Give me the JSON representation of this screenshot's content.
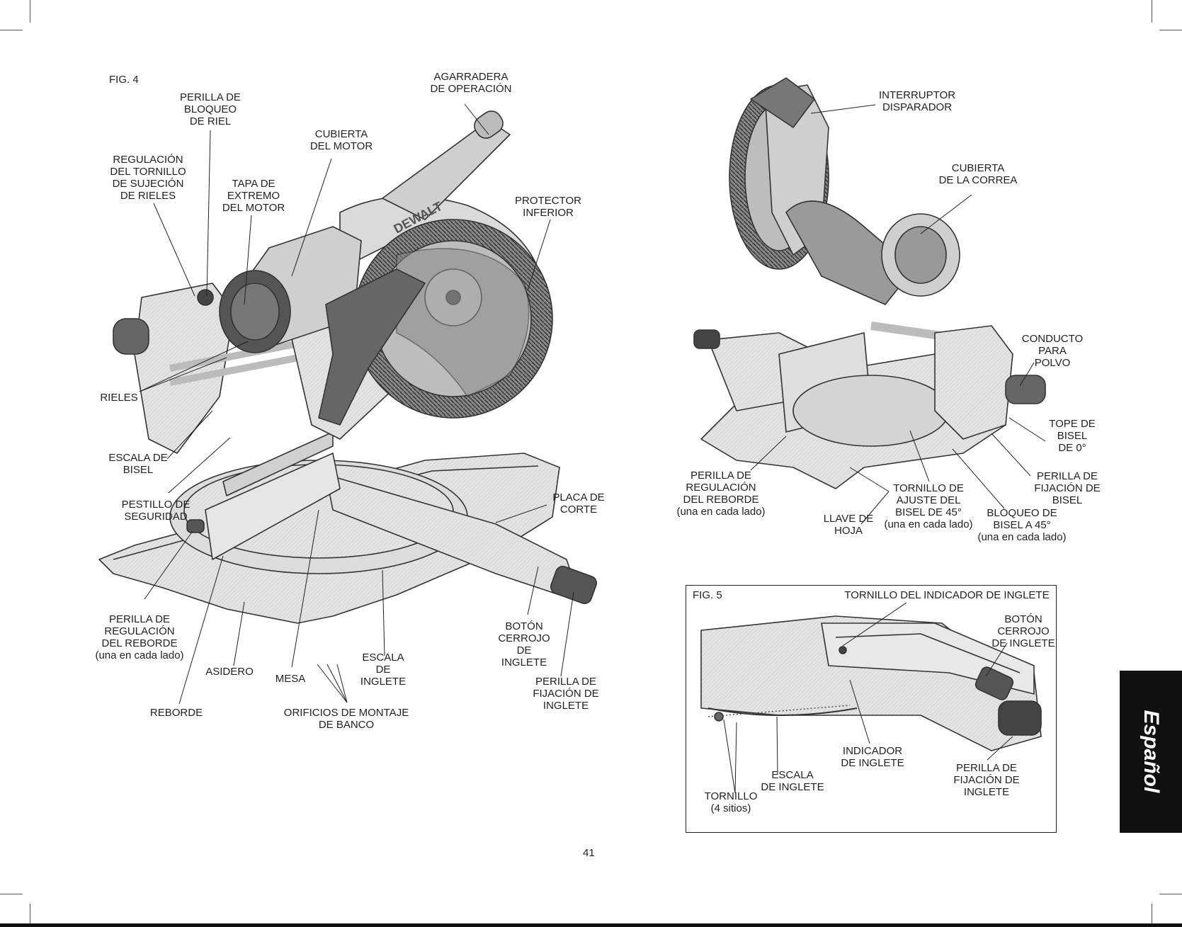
{
  "fig4": {
    "title": "FIG. 4",
    "labels": {
      "rail_lock_knob": [
        "PERILLA DE",
        "BLOQUEO",
        "DE RIEL"
      ],
      "operating_handle": [
        "AGARRADERA",
        "DE OPERACIÓN"
      ],
      "motor_cover": [
        "CUBIERTA",
        "DEL MOTOR"
      ],
      "rail_screw": [
        "REGULACIÓN",
        "DEL TORNILLO",
        "DE SUJECIÓN",
        "DE RIELES"
      ],
      "motor_end_cap": [
        "TAPA DE",
        "EXTREMO",
        "DEL MOTOR"
      ],
      "lower_guard": [
        "PROTECTOR",
        "INFERIOR"
      ],
      "rails": [
        "RIELES"
      ],
      "bevel_scale": [
        "ESCALA DE",
        "BISEL"
      ],
      "lock_pin": [
        "PESTILLO DE",
        "SEGURIDAD"
      ],
      "kerf_plate": [
        "PLACA DE",
        "CORTE"
      ],
      "fence_knob": [
        "PERILLA DE",
        "REGULACIÓN",
        "DEL REBORDE",
        "(una en cada lado)"
      ],
      "detent_button": [
        "BOTÓN",
        "CERROJO",
        "DE",
        "INGLETE"
      ],
      "hand_hold": [
        "ASIDERO"
      ],
      "table": [
        "MESA"
      ],
      "miter_scale": [
        "ESCALA",
        "DE",
        "INGLETE"
      ],
      "miter_lock_knob": [
        "PERILLA DE",
        "FIJACIÓN DE",
        "INGLETE"
      ],
      "fence": [
        "REBORDE"
      ],
      "mount_holes": [
        "ORIFICIOS DE MONTAJE",
        "DE BANCO"
      ]
    }
  },
  "fig4b": {
    "labels": {
      "trigger": [
        "INTERRUPTOR",
        "DISPARADOR"
      ],
      "belt_cover": [
        "CUBIERTA",
        "DE LA CORREA"
      ],
      "dust_duct": [
        "CONDUCTO",
        "PARA",
        "POLVO"
      ],
      "zero_stop": [
        "TOPE DE",
        "BISEL",
        "DE 0°"
      ],
      "fence_knob": [
        "PERILLA DE",
        "REGULACIÓN",
        "DEL REBORDE",
        "(una en cada lado)"
      ],
      "bevel_screw": [
        "TORNILLO DE",
        "AJUSTE DEL",
        "BISEL DE 45°",
        "(una en cada lado)"
      ],
      "bevel_knob": [
        "PERILLA DE",
        "FIJACIÓN DE",
        "BISEL"
      ],
      "blade_wrench": [
        "LLAVE DE",
        "HOJA"
      ],
      "bevel_lock45": [
        "BLOQUEO DE",
        "BISEL A 45°",
        "(una en cada lado)"
      ]
    }
  },
  "fig5": {
    "title": "FIG. 5",
    "labels": {
      "indicator_screw": [
        "TORNILLO DEL INDICADOR DE INGLETE"
      ],
      "detent_button": [
        "BOTÓN",
        "CERROJO",
        "DE INGLETE"
      ],
      "indicator": [
        "INDICADOR",
        "DE INGLETE"
      ],
      "miter_knob": [
        "PERILLA DE",
        "FIJACIÓN DE",
        "INGLETE"
      ],
      "miter_scale": [
        "ESCALA",
        "DE INGLETE"
      ],
      "screw": [
        "TORNILLO",
        "(4 sitios)"
      ]
    }
  },
  "side_tab": "Español",
  "page_number": "41",
  "logo_text": "DEWALT",
  "colors": {
    "ink": "#222222",
    "tab": "#111111",
    "art_fill": "#d9d9d9",
    "art_dark": "#555555"
  }
}
